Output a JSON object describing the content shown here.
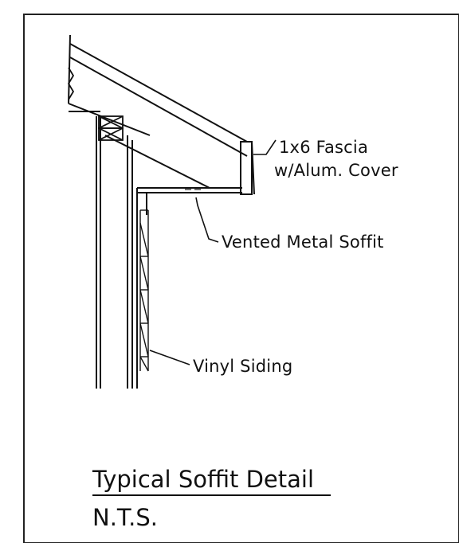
{
  "drawing": {
    "labels": {
      "fascia_line1": "1x6 Fascia",
      "fascia_line2": "w/Alum. Cover",
      "soffit": "Vented Metal Soffit",
      "siding": "Vinyl Siding"
    },
    "title": "Typical Soffit Detail",
    "scale_note": "N.T.S."
  },
  "colors": {
    "line": "#111111",
    "border": "#222222",
    "background": "#ffffff"
  }
}
